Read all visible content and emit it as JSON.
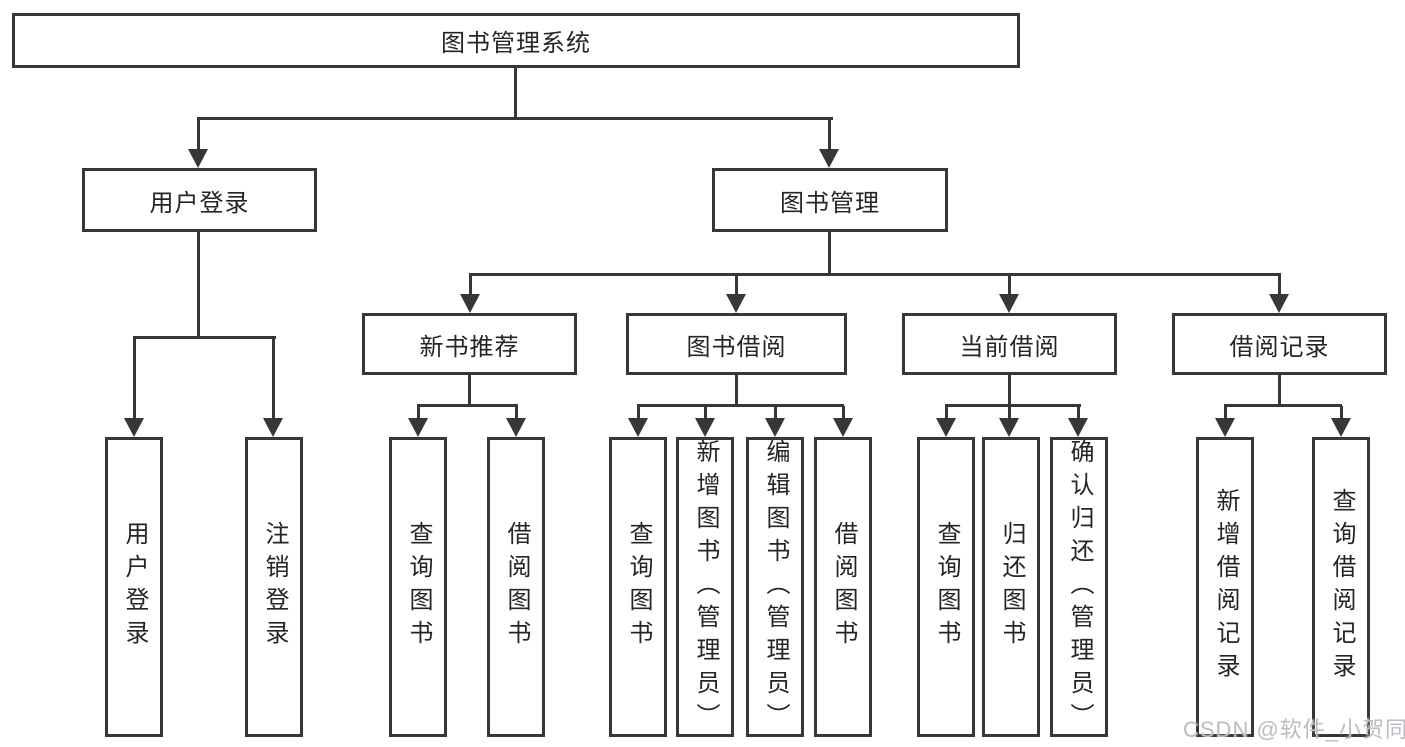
{
  "diagram": {
    "root": {
      "label": "图书管理系统"
    },
    "branches": [
      {
        "label": "用户登录",
        "children": [
          {
            "label": "用户登录"
          },
          {
            "label": "注销登录"
          }
        ]
      },
      {
        "label": "图书管理",
        "children": [
          {
            "label": "新书推荐",
            "children": [
              {
                "label": "查询图书"
              },
              {
                "label": "借阅图书"
              }
            ]
          },
          {
            "label": "图书借阅",
            "children": [
              {
                "label": "查询图书"
              },
              {
                "label": "新增图书（管理员）"
              },
              {
                "label": "编辑图书（管理员）"
              },
              {
                "label": "借阅图书"
              }
            ]
          },
          {
            "label": "当前借阅",
            "children": [
              {
                "label": "查询图书"
              },
              {
                "label": "归还图书"
              },
              {
                "label": "确认归还（管理员）"
              }
            ]
          },
          {
            "label": "借阅记录",
            "children": [
              {
                "label": "新增借阅记录"
              },
              {
                "label": "查询借阅记录"
              }
            ]
          }
        ]
      }
    ]
  },
  "watermark": {
    "text": "CSDN @软件_小贺同学"
  },
  "colors": {
    "background": "#ffffff",
    "line": "#373737",
    "text": "#252525",
    "watermark": "#b9bdc1"
  }
}
